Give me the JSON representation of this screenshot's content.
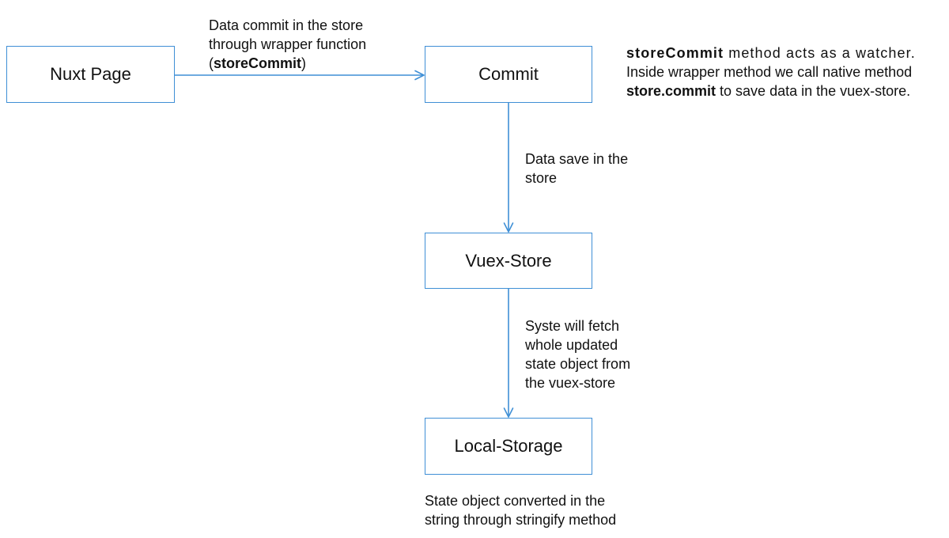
{
  "nodes": {
    "nuxt_page": "Nuxt Page",
    "commit": "Commit",
    "vuex_store": "Vuex-Store",
    "local_storage": "Local-Storage"
  },
  "edge_labels": {
    "page_to_commit": {
      "line1": "Data commit in the store",
      "line2": "through wrapper function",
      "line3_open": "(",
      "line3_bold": "storeCommit",
      "line3_close": ")"
    },
    "commit_to_vuex": {
      "line1": "Data save in the",
      "line2": "store"
    },
    "vuex_to_local": {
      "line1": "Syste will fetch",
      "line2": "whole updated",
      "line3": "state object from",
      "line4": "the vuex-store"
    }
  },
  "local_storage_note": {
    "line1": "State object converted in the",
    "line2": "string through stringify method"
  },
  "watcher_note": {
    "line1_bold": "storeCommit",
    "line1_rest": " method acts as a watcher.",
    "line2": "Inside wrapper method we call native method",
    "line3_bold": "store.commit",
    "line3_rest": " to save data in the vuex-store."
  },
  "colors": {
    "accent": "#3f8fd6",
    "text": "#111111",
    "background": "#ffffff"
  }
}
